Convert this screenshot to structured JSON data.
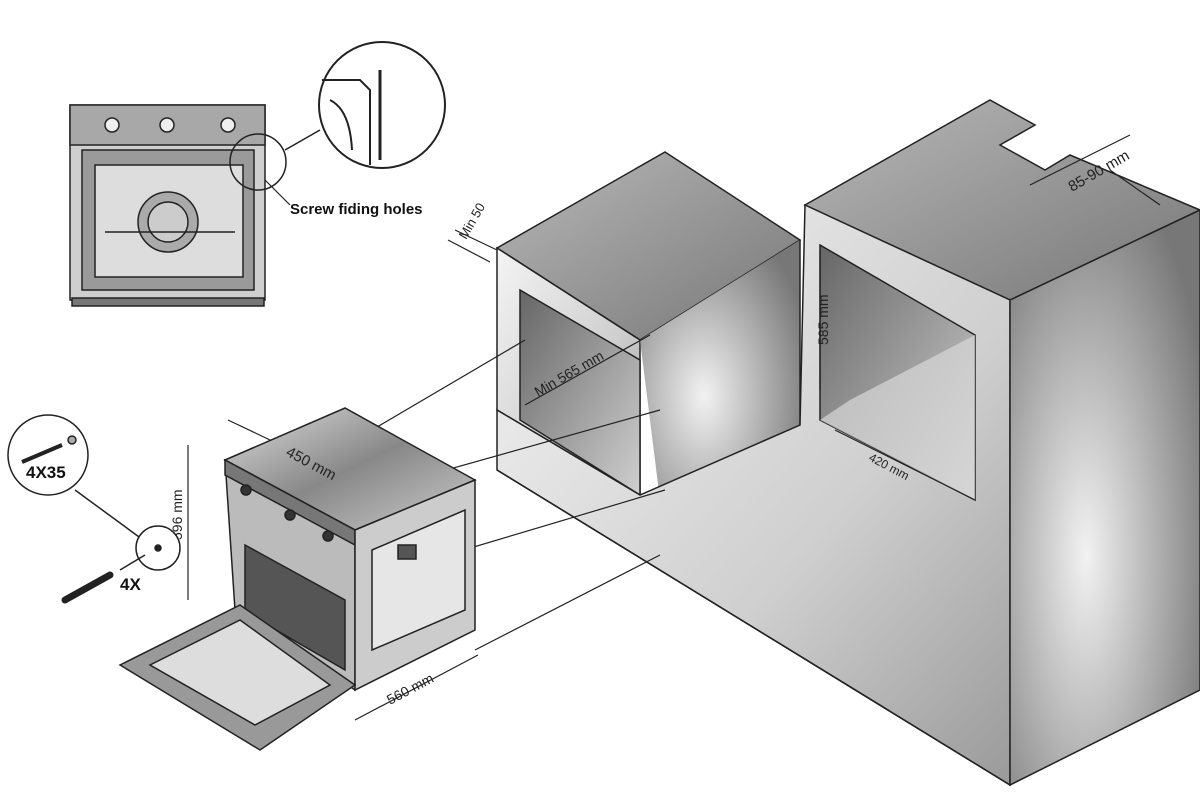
{
  "inset": {
    "callout": "Screw fiding holes"
  },
  "dimensions": {
    "min_50": "Min 50",
    "gap": "85-90 mm",
    "height_585": "585 mm",
    "depth_min_565": "Min 565 mm",
    "width_420": "420 mm",
    "oven_450": "450 mm",
    "oven_596": "596 mm",
    "oven_560": "560 mm"
  },
  "hardware": {
    "screw_size": "4X35",
    "screw_count": "4X"
  },
  "colors": {
    "line": "#222222",
    "face_light": "#e4e4e4",
    "face_mid": "#a9a9a9",
    "face_dark": "#6b6b6b"
  }
}
